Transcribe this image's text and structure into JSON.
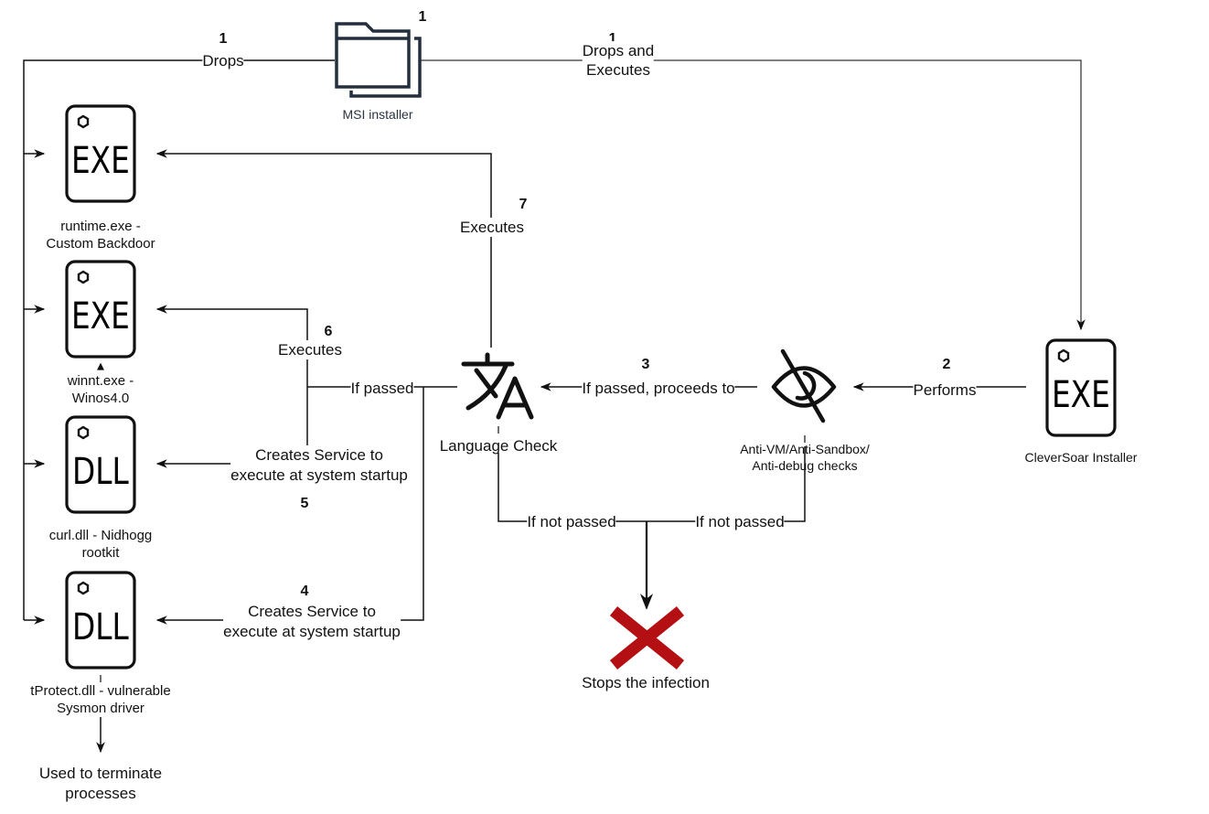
{
  "nodes": {
    "msi_installer": {
      "label": "MSI installer",
      "icon": "folder-icon",
      "step": "1"
    },
    "runtime_exe": {
      "label": "runtime.exe -\nCustom Backdoor",
      "icon": "exe-file-icon",
      "glyph": "EXE"
    },
    "winnt_exe": {
      "label": "winnt.exe -\nWinos4.0",
      "icon": "exe-file-icon",
      "glyph": "EXE"
    },
    "curl_dll": {
      "label": "curl.dll - Nidhogg\nrootkit",
      "icon": "dll-file-icon",
      "glyph": "DLL"
    },
    "tprotect_dll": {
      "label": "tProtect.dll - vulnerable\nSysmon driver",
      "icon": "dll-file-icon",
      "glyph": "DLL"
    },
    "terminate": {
      "label": "Used to terminate\nprocesses"
    },
    "language_check": {
      "label": "Language Check",
      "icon": "translate-icon"
    },
    "anti_checks": {
      "label": "Anti-VM/Anti-Sandbox/\nAnti-debug checks",
      "icon": "eye-slash-icon"
    },
    "cleversoar": {
      "label": "CleverSoar Installer",
      "icon": "exe-file-icon",
      "glyph": "EXE"
    },
    "stop": {
      "label": "Stops the infection",
      "icon": "red-x-icon",
      "color": "#b40f12"
    }
  },
  "edges": {
    "drops": {
      "step": "1",
      "label": "Drops"
    },
    "drops_executes": {
      "step": "1",
      "label": "Drops and\nExecutes"
    },
    "performs": {
      "step": "2",
      "label": "Performs"
    },
    "proceeds": {
      "step": "3",
      "label": "If passed, proceeds to"
    },
    "service_tprotect": {
      "step": "4",
      "label": "Creates Service to\nexecute at system startup"
    },
    "service_curl": {
      "step": "5",
      "label": "Creates Service to\nexecute at system startup"
    },
    "executes_winnt": {
      "step": "6",
      "label": "Executes"
    },
    "executes_runtime": {
      "step": "7",
      "label": "Executes"
    },
    "if_passed": {
      "label": "If passed"
    },
    "not_passed_lang": {
      "label": "If not passed"
    },
    "not_passed_anti": {
      "label": "If not passed"
    }
  }
}
